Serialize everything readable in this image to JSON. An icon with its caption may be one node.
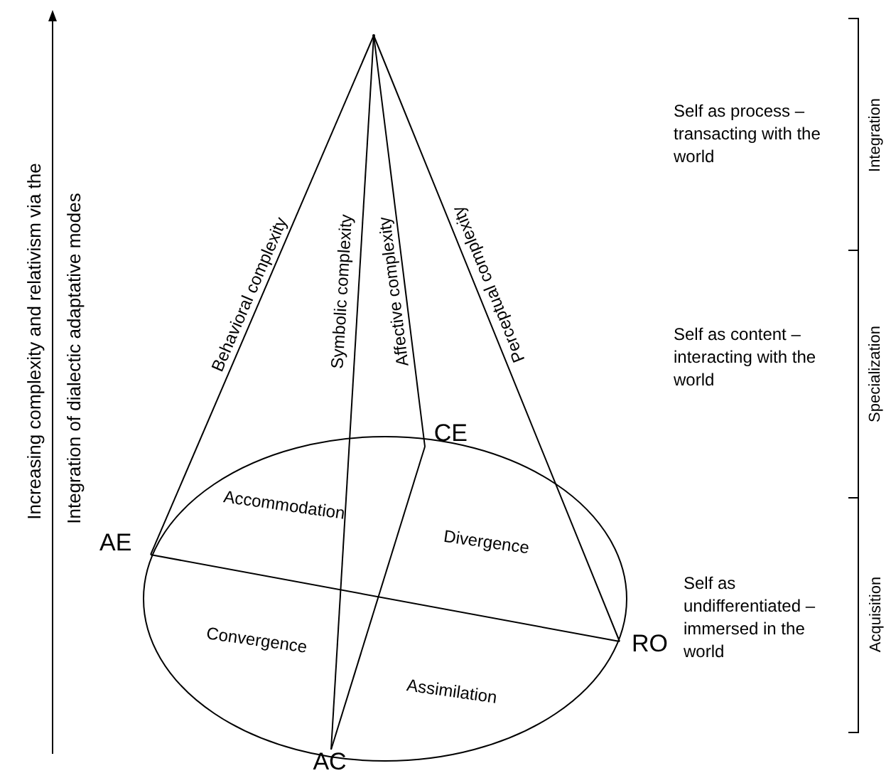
{
  "diagram": {
    "nodes": [
      {
        "text": [],
        "shape": "point"
      },
      {
        "text": [
          "CE"
        ]
      },
      {
        "text": [
          "AE"
        ]
      },
      {
        "text": [
          "RO"
        ]
      },
      {
        "text": [
          "AC"
        ]
      }
    ],
    "edges": [
      {
        "from": 0,
        "to": 2,
        "arrow": "none",
        "label": "Behavioral complexity"
      },
      {
        "from": 0,
        "to": 4,
        "arrow": "none",
        "label": "Symbolic complexity"
      },
      {
        "from": 0,
        "to": 1,
        "arrow": "none",
        "label": "Affective complexity"
      },
      {
        "from": 0,
        "to": 3,
        "arrow": "none",
        "label": "Perceptual complexity"
      },
      {
        "from": 2,
        "to": 3,
        "arrow": "none"
      },
      {
        "from": 1,
        "to": 4,
        "arrow": "none"
      }
    ],
    "labels": [
      "Increasing complexity and relativism via the",
      "Integration of dialectic adaptative modes",
      "Self as process – transacting with the world",
      "Integration",
      "Self as content – interacting with the world",
      "Specialization",
      "Accommodation",
      "Divergence",
      "Self as undifferentiated – immersed in the world",
      "Acquisition",
      "Convergence",
      "Assimilation"
    ]
  }
}
